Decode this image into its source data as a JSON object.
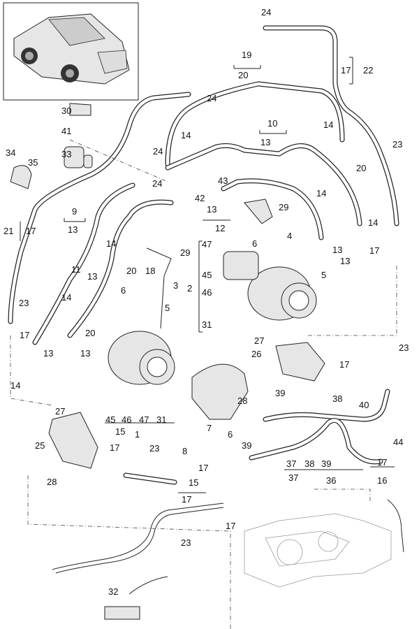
{
  "diagram": {
    "inset": {
      "subject": "vehicle-overview"
    },
    "callouts": [
      "24",
      "22",
      "17",
      "19",
      "20",
      "24",
      "30",
      "41",
      "14",
      "14",
      "10",
      "13",
      "34",
      "33",
      "35",
      "24",
      "23",
      "20",
      "24",
      "43",
      "42",
      "29",
      "9",
      "13",
      "13",
      "12",
      "21",
      "17",
      "14",
      "14",
      "4",
      "13",
      "17",
      "47",
      "6",
      "14",
      "29",
      "11",
      "13",
      "20",
      "18",
      "45",
      "3",
      "5",
      "2",
      "46",
      "13",
      "23",
      "14",
      "6",
      "5",
      "31",
      "17",
      "20",
      "13",
      "13",
      "27",
      "26",
      "23",
      "14",
      "17",
      "39",
      "38",
      "28",
      "27",
      "45",
      "46",
      "47",
      "31",
      "1",
      "40",
      "7",
      "6",
      "15",
      "25",
      "17",
      "23",
      "8",
      "39",
      "44",
      "37",
      "38",
      "39",
      "17",
      "36",
      "16",
      "37",
      "28",
      "17",
      "15",
      "17",
      "17",
      "23",
      "32"
    ]
  }
}
